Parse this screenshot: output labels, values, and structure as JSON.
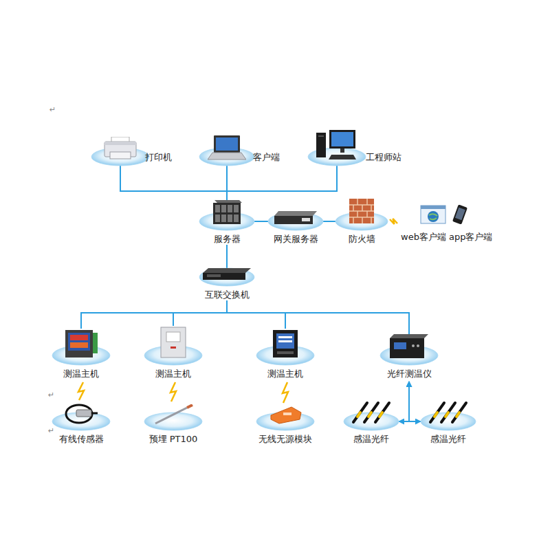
{
  "diagram": {
    "nodes": [
      {
        "text": [
          "打印机"
        ]
      },
      {
        "text": [
          "客户端"
        ]
      },
      {
        "text": [
          "工程师站"
        ]
      },
      {
        "text": [
          "服务器"
        ]
      },
      {
        "text": [
          "网关服务器"
        ]
      },
      {
        "text": [
          "防火墙"
        ]
      },
      {
        "text": [
          "web客户端 app客户端"
        ]
      },
      {
        "text": [
          "互联交换机"
        ]
      },
      {
        "text": [
          "测温主机"
        ]
      },
      {
        "text": [
          "测温主机"
        ]
      },
      {
        "text": [
          "测温主机"
        ]
      },
      {
        "text": [
          "光纤测温仪"
        ]
      },
      {
        "text": [
          "有线传感器"
        ]
      },
      {
        "text": [
          "预埋 PT100"
        ]
      },
      {
        "text": [
          "无线无源模块"
        ]
      },
      {
        "text": [
          "感温光纤"
        ]
      },
      {
        "text": [
          "感温光纤"
        ]
      }
    ],
    "edges": [
      {
        "from": 0,
        "to": 3,
        "arrow": "none"
      },
      {
        "from": 1,
        "to": 3,
        "arrow": "none"
      },
      {
        "from": 2,
        "to": 3,
        "arrow": "none"
      },
      {
        "from": 3,
        "to": 4,
        "arrow": "none"
      },
      {
        "from": 4,
        "to": 5,
        "arrow": "none"
      },
      {
        "from": 5,
        "to": 6,
        "arrow": "none"
      },
      {
        "from": 3,
        "to": 7,
        "arrow": "none"
      },
      {
        "from": 7,
        "to": 8,
        "arrow": "none"
      },
      {
        "from": 7,
        "to": 9,
        "arrow": "none"
      },
      {
        "from": 7,
        "to": 10,
        "arrow": "none"
      },
      {
        "from": 7,
        "to": 11,
        "arrow": "none"
      },
      {
        "from": 8,
        "to": 12,
        "arrow": "none"
      },
      {
        "from": 9,
        "to": 13,
        "arrow": "none"
      },
      {
        "from": 10,
        "to": 14,
        "arrow": "none"
      },
      {
        "from": 11,
        "to": 15,
        "arrow": "both"
      },
      {
        "from": 11,
        "to": 16,
        "arrow": "both"
      }
    ],
    "labels": [
      "↵",
      "↵",
      "↵"
    ]
  }
}
